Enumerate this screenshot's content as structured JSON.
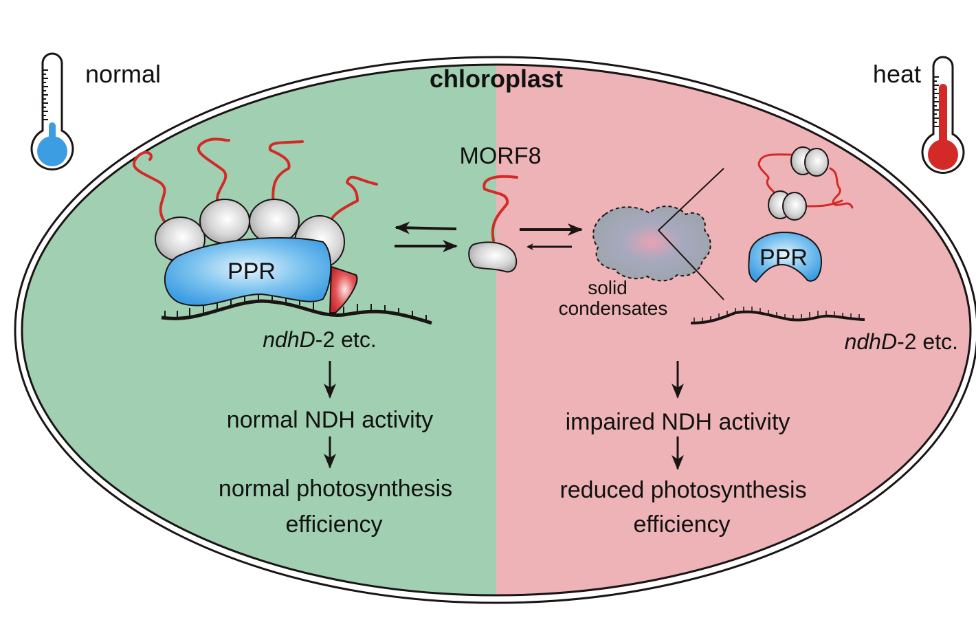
{
  "title": "chloroplast",
  "conditions": {
    "left": {
      "label": "normal",
      "thermometer": "cold-thermometer-icon",
      "thermometer_fill": 0.2,
      "color": "#3d9de2"
    },
    "right": {
      "label": "heat",
      "thermometer": "hot-thermometer-icon",
      "thermometer_fill": 0.9,
      "color": "#d42a27"
    }
  },
  "colors": {
    "left_bg": "#a0d0b1",
    "right_bg": "#edb3b6",
    "ppr_blue": "#3d9de2",
    "tail_red": "#d42a27",
    "outline": "#1a1414"
  },
  "center": {
    "protein_label": "MORF8"
  },
  "left_panel": {
    "complex_label": "PPR",
    "rna_label_italic": "ndhD",
    "rna_label_rest": "-2 etc.",
    "step1": "normal NDH activity",
    "step2_line1": "normal photosynthesis",
    "step2_line2": "efficiency"
  },
  "right_panel": {
    "condensate_label_line1": "solid",
    "condensate_label_line2": "condensates",
    "ppr_label": "PPR",
    "rna_label_italic": "ndhD",
    "rna_label_rest": "-2 etc.",
    "step1": "impaired NDH activity",
    "step2_line1": "reduced photosynthesis",
    "step2_line2": "efficiency"
  }
}
